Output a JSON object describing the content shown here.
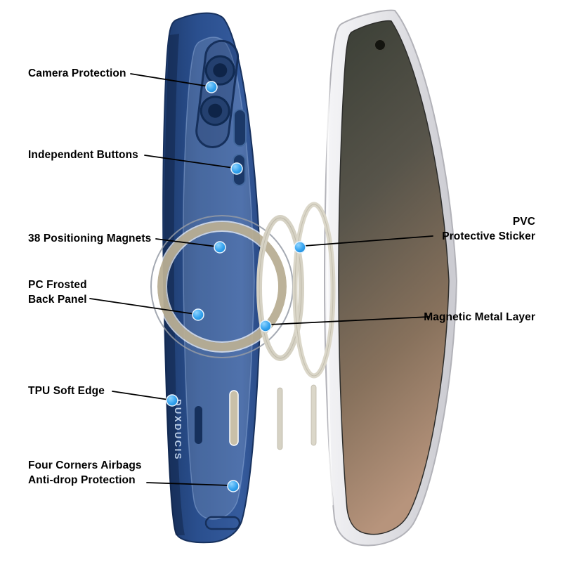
{
  "illustration": {
    "brand_text": "DUXDUCIS",
    "dot_color": "#2f9ff0",
    "case_color": "#2a4f8e",
    "phone_frame_color": "#e2e2e6"
  },
  "callouts": {
    "left": [
      {
        "label": "Camera Protection"
      },
      {
        "label": "Independent Buttons"
      },
      {
        "label": "38 Positioning Magnets"
      },
      {
        "label": "PC Frosted\nBack Panel"
      },
      {
        "label": "TPU Soft Edge"
      },
      {
        "label": "Four Corners Airbags\nAnti-drop Protection"
      }
    ],
    "right": [
      {
        "label": "PVC\nProtective Sticker"
      },
      {
        "label": "Magnetic Metal Layer"
      }
    ]
  }
}
